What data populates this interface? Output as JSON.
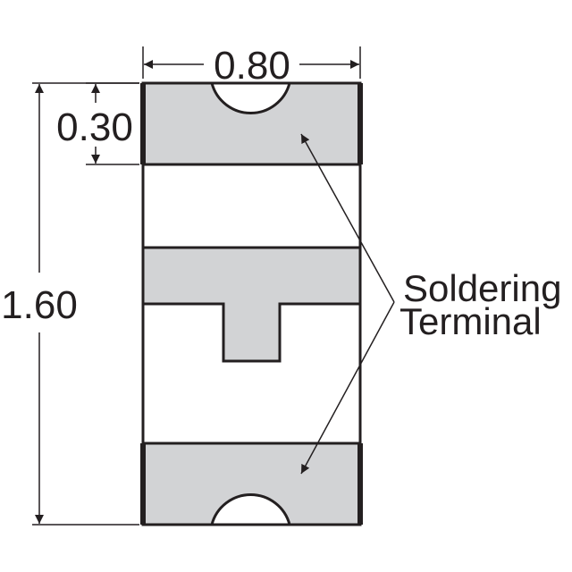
{
  "dimensions": {
    "width": "0.80",
    "terminal_height": "0.30",
    "total_height": "1.60"
  },
  "callout": {
    "line1": "Soldering",
    "line2": "Terminal"
  },
  "colors": {
    "terminal_fill": "#d2d3d5",
    "outline": "#231f20",
    "body_fill": "#ffffff"
  }
}
